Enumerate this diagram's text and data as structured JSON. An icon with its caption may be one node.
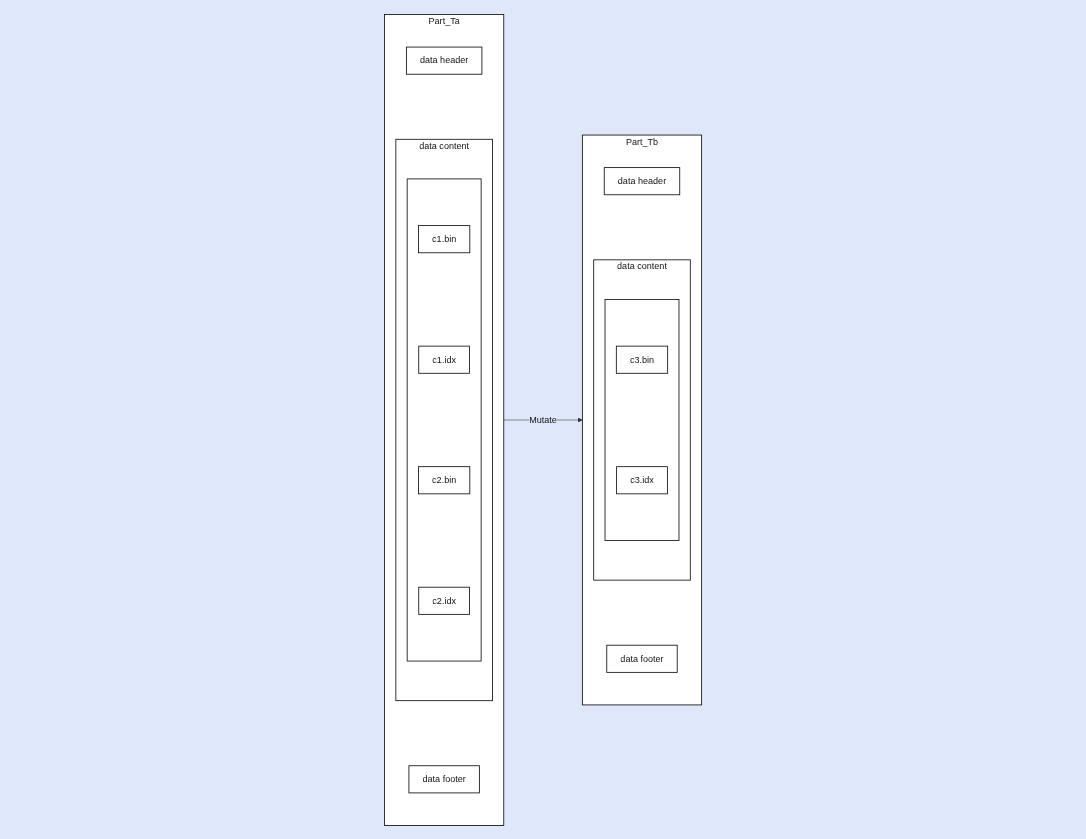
{
  "diagram": {
    "nodes": [
      {
        "text": [
          "Part_Ta"
        ]
      },
      {
        "text": [
          "data header"
        ],
        "in": 0
      },
      {
        "text": [
          "data content"
        ],
        "in": 0
      },
      {
        "text": [],
        "shape": "box",
        "in": 2
      },
      {
        "text": [
          "c1.bin"
        ],
        "in": 3
      },
      {
        "text": [
          "c1.idx"
        ],
        "in": 3
      },
      {
        "text": [
          "c2.bin"
        ],
        "in": 3
      },
      {
        "text": [
          "c2.idx"
        ],
        "in": 3
      },
      {
        "text": [
          "data footer"
        ],
        "in": 0
      },
      {
        "text": [
          "Part_Tb"
        ]
      },
      {
        "text": [
          "data header"
        ],
        "in": 9
      },
      {
        "text": [
          "data content"
        ],
        "in": 9
      },
      {
        "text": [],
        "shape": "box",
        "in": 11
      },
      {
        "text": [
          "c3.bin"
        ],
        "in": 12
      },
      {
        "text": [
          "c3.idx"
        ],
        "in": 12
      },
      {
        "text": [
          "data footer"
        ],
        "in": 9
      }
    ],
    "edges": [
      {
        "from": 0,
        "to": 9,
        "arrow": "to",
        "label": "Mutate"
      }
    ]
  }
}
